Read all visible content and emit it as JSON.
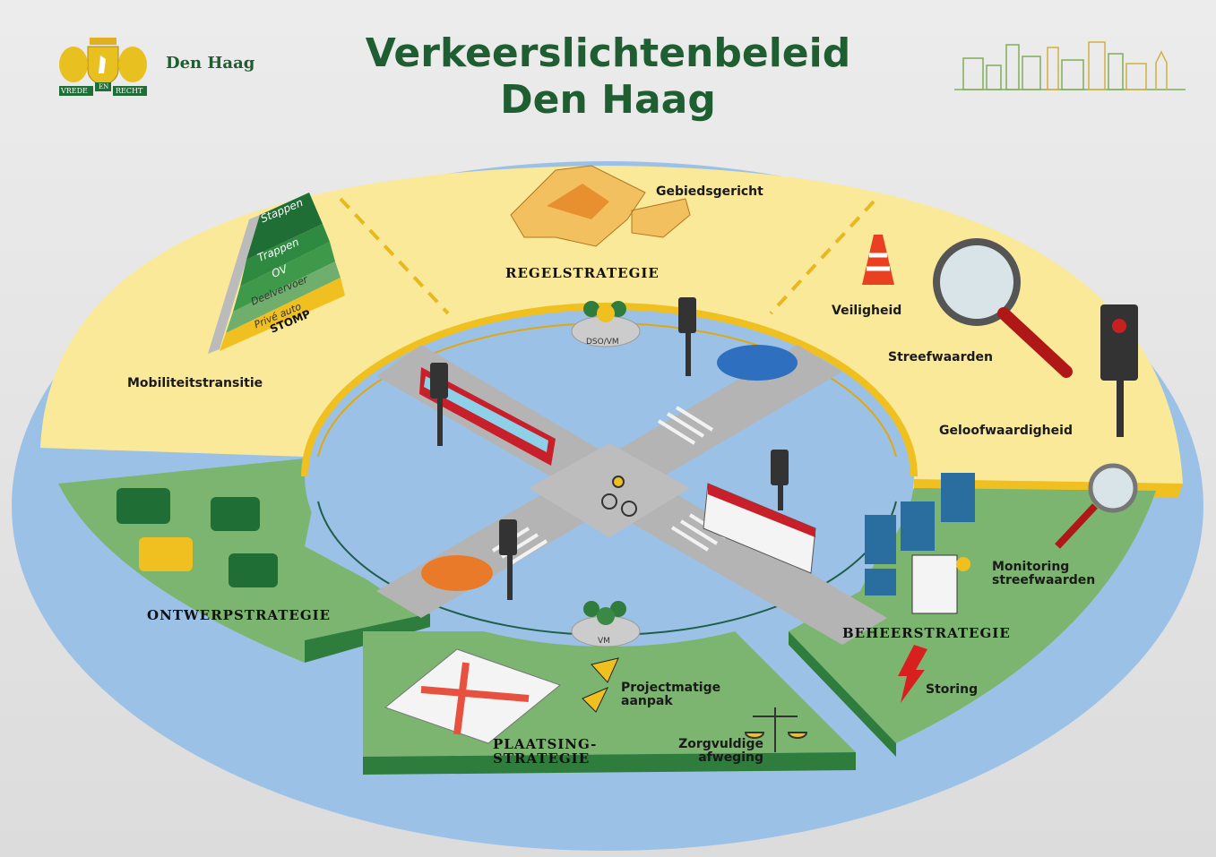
{
  "header": {
    "title_line1": "Verkeerslichtenbeleid",
    "title_line2": "Den Haag",
    "brand": "Den Haag",
    "coat_of_arms_motto": [
      "VREDE",
      "EN",
      "RECHT"
    ]
  },
  "stomp": {
    "levels": [
      "Stappen",
      "Trappen",
      "OV",
      "Deelvervoer",
      "Privé auto"
    ],
    "label": "STOMP"
  },
  "sections": {
    "regel": {
      "title": "REGELSTRATEGIE",
      "items": [
        "Mobiliteitstransitie",
        "Gebiedsgericht",
        "Veiligheid",
        "Streefwaarden",
        "Geloofwaardigheid"
      ]
    },
    "ontwerp": {
      "title": "ONTWERPSTRATEGIE"
    },
    "plaatsing": {
      "title_line1": "PLAATSING-",
      "title_line2": "STRATEGIE",
      "items": [
        "Projectmatige aanpak",
        "Zorgvuldige afweging"
      ]
    },
    "beheer": {
      "title": "BEHEERSTRATEGIE",
      "items": [
        "Monitoring streefwaarden",
        "Storing"
      ]
    }
  },
  "badges": {
    "top": "DSO/VM",
    "bottom": "VM"
  },
  "colors": {
    "green_dark": "#1e5e30",
    "green": "#6fae6c",
    "yellow": "#fbe99a",
    "blue": "#9cc1e6",
    "road": "#b4b4b4"
  }
}
